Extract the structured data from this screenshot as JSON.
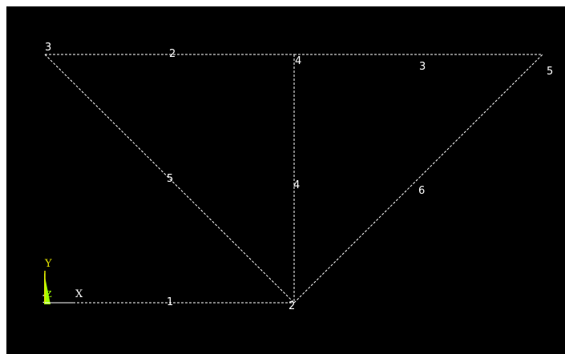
{
  "diagram": {
    "undeformed_color": "#ffffff",
    "node_labels": [
      {
        "id": "node-1",
        "text": "1"
      },
      {
        "id": "node-2",
        "text": "2"
      },
      {
        "id": "node-3",
        "text": "3"
      },
      {
        "id": "node-4",
        "text": "4"
      },
      {
        "id": "node-5",
        "text": "5"
      }
    ],
    "elements": [
      {
        "id": "element-1",
        "text": "1",
        "color": "#00e5ff"
      },
      {
        "id": "element-2",
        "text": "2",
        "color": "#a020f0"
      },
      {
        "id": "element-3",
        "text": "3",
        "color": "#ff0000"
      },
      {
        "id": "element-4",
        "text": "4",
        "color": "#00aaff"
      },
      {
        "id": "element-5",
        "text": "5",
        "color": "#ff00ff"
      },
      {
        "id": "element-6",
        "text": "6",
        "color": "#00cc00"
      }
    ]
  },
  "triad": {
    "x_label": "X",
    "y_label": "Y",
    "z_label": "Z",
    "x_color": "#ffffff",
    "y_color": "#e6e600",
    "z_color": "#a0ff00"
  }
}
